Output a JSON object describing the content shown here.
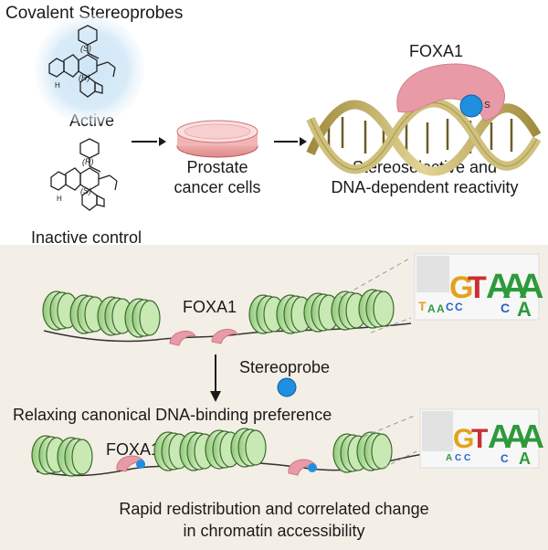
{
  "top": {
    "title": "Covalent Stereoprobes",
    "active_label": "Active",
    "inactive_label": "Inactive control",
    "dish_line1": "Prostate",
    "dish_line2": "cancer cells",
    "foxa1_top": "FOXA1",
    "reactivity_line1": "Stereoselective and",
    "reactivity_line2": "DNA-dependent reactivity",
    "cys_label": "S",
    "stereo_labels": {
      "active_upper": "(S)",
      "active_lower": "(R)",
      "inactive_upper": "(R)",
      "inactive_lower": "(S)",
      "nh": "H"
    }
  },
  "bottom": {
    "foxa1_mid": "FOXA1",
    "stereoprobe_label": "Stereoprobe",
    "relaxing_text": "Relaxing canonical DNA-binding preference",
    "foxa1_low": "FOXA1",
    "result_line1": "Rapid redistribution and correlated change",
    "result_line2": "in chromatin accessibility",
    "motif_upper_letters": [
      "T",
      "A",
      "A",
      "C",
      "C",
      "G",
      "T",
      "A",
      "A",
      "A",
      "C",
      "A"
    ],
    "motif_lower_letters": [
      "A",
      "C",
      "C",
      "G",
      "T",
      "A",
      "A",
      "A",
      "C",
      "A"
    ]
  },
  "colors": {
    "probe_blue": "#1f8fe0",
    "foxa1_pink": "#e89aa6",
    "nucleosome_green": "#b8e0a0",
    "dna_gold": "#c9b46a",
    "panel_bg": "#f4efe6"
  }
}
